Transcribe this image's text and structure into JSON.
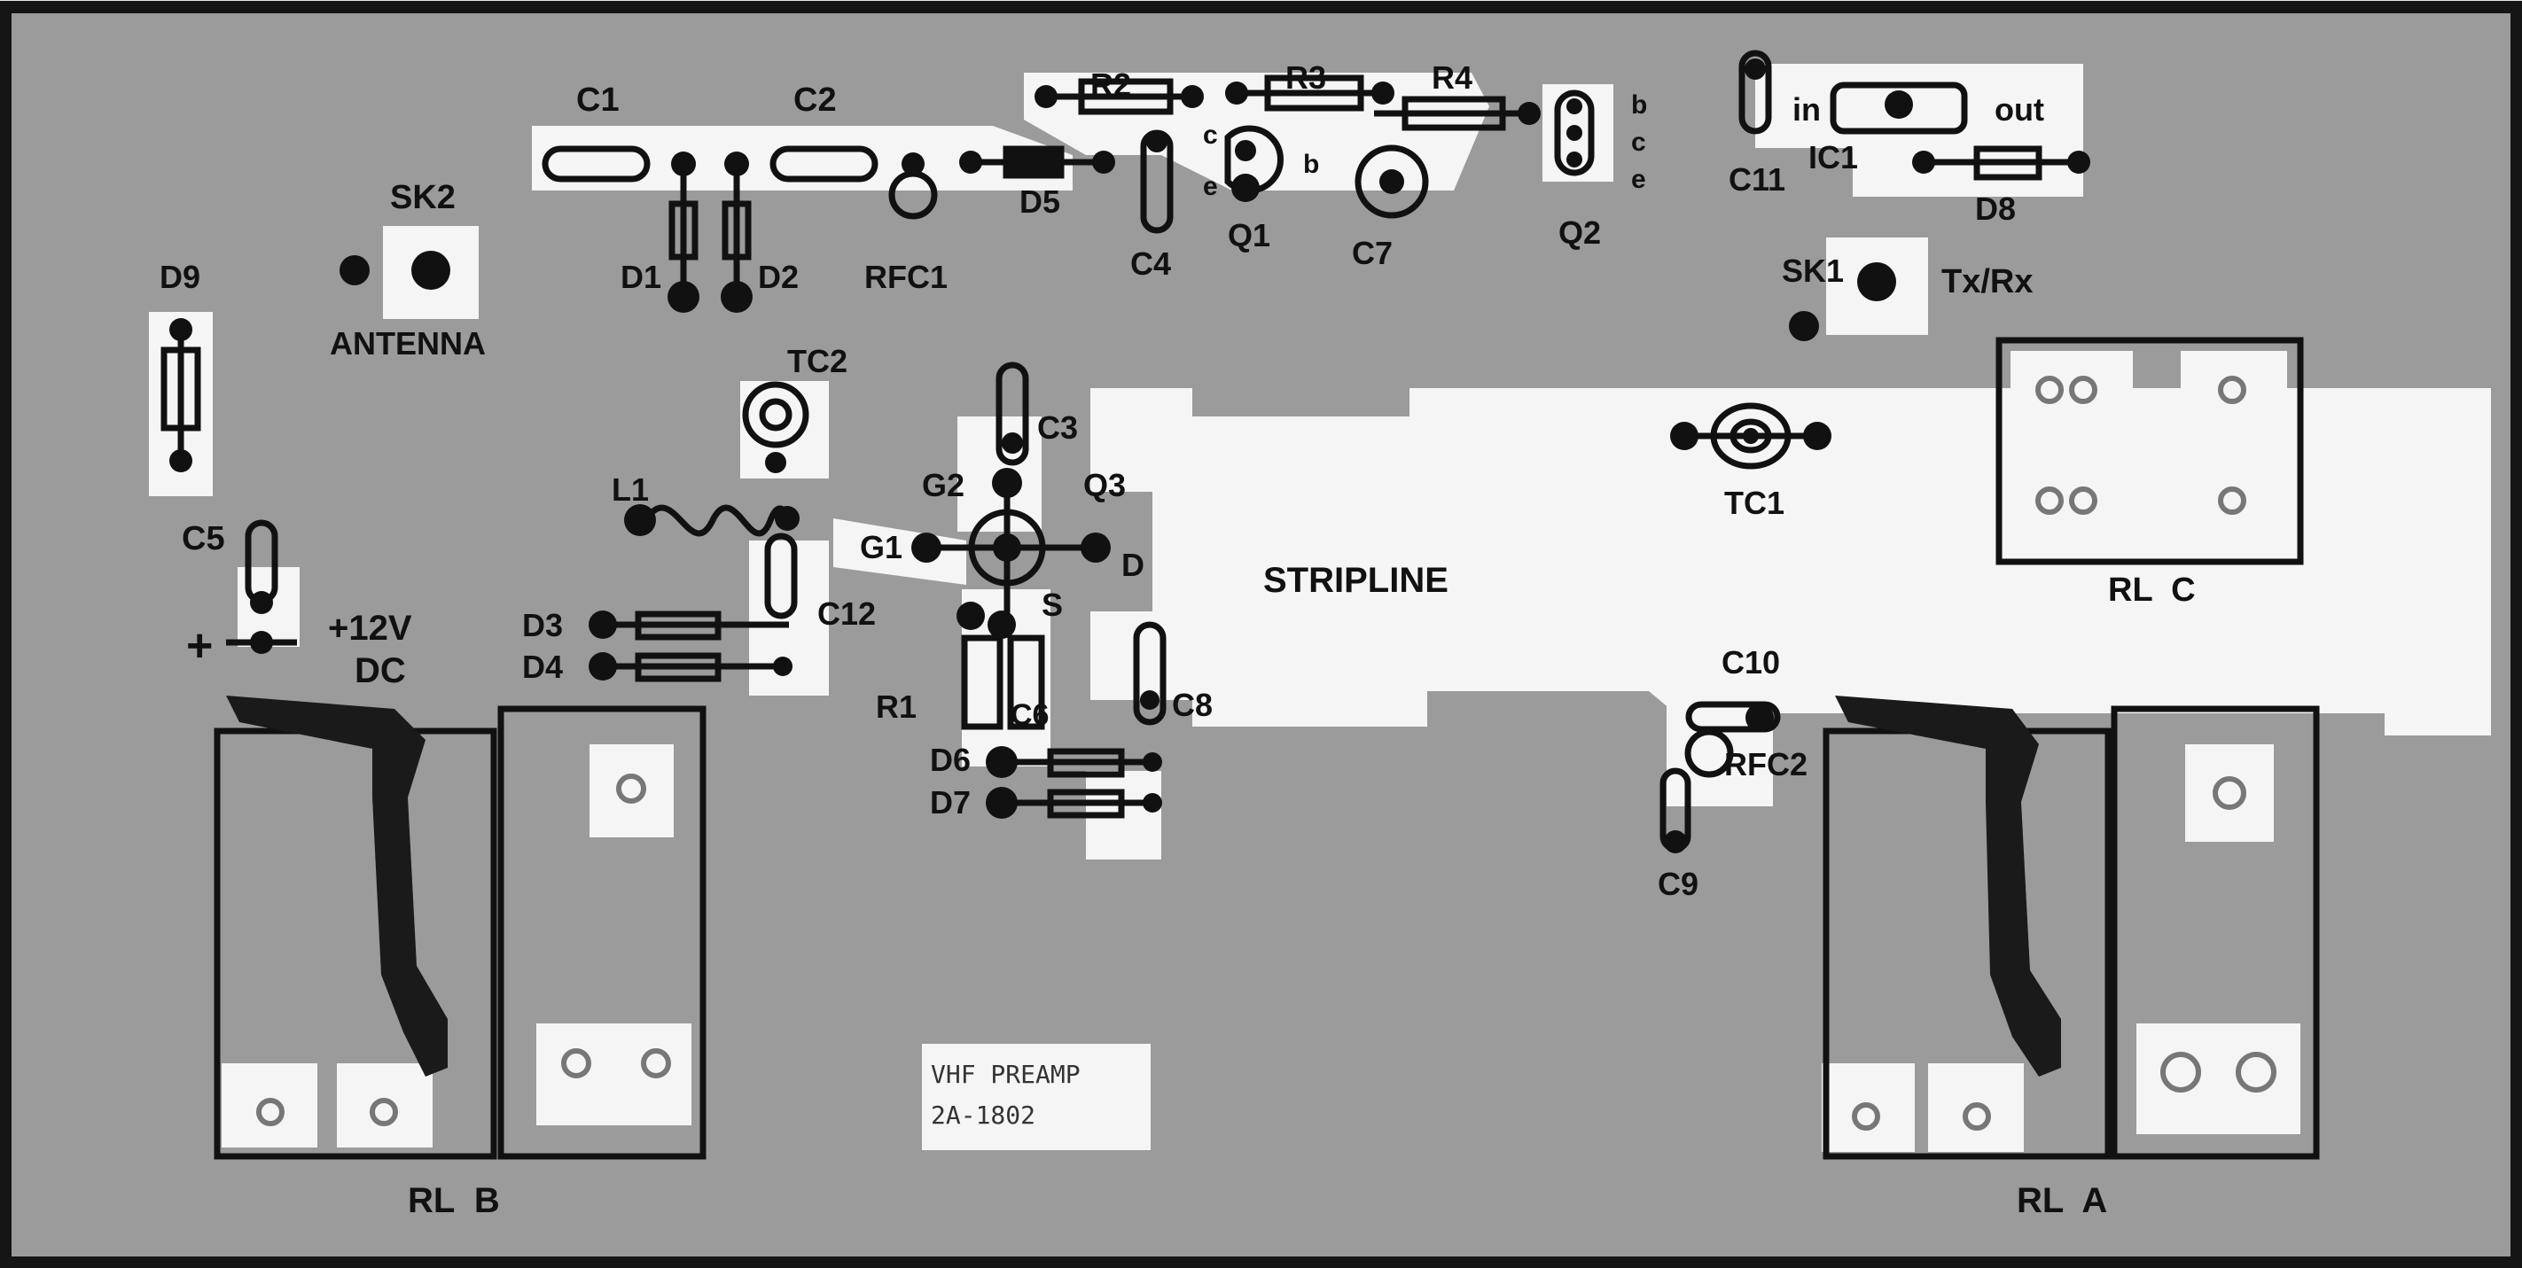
{
  "title": "VHF PREAMP",
  "board_code": "2A-1802",
  "colors": {
    "page": "#e6e6e6",
    "frame": "#151515",
    "board": "#9b9b9b",
    "copper": "#f5f5f5",
    "ink": "#111111"
  },
  "labels": {
    "sk2": "SK2",
    "antenna": "ANTENNA",
    "d9": "D9",
    "c5": "C5",
    "plus": "+",
    "v12": "+12V",
    "dc": "DC",
    "c1": "C1",
    "c2": "C2",
    "d1": "D1",
    "d2": "D2",
    "rfc1": "RFC1",
    "d5": "D5",
    "r2": "R2",
    "r3": "R3",
    "r4": "R4",
    "pin_c": "c",
    "pin_e": "e",
    "pin_b": "b",
    "c4": "C4",
    "q1": "Q1",
    "c7": "C7",
    "q2": "Q2",
    "q2_b": "b",
    "q2_c": "c",
    "q2_e": "e",
    "c11": "C11",
    "in": "in",
    "out": "out",
    "ic1": "IC1",
    "d8": "D8",
    "sk1": "SK1",
    "txrx": "Tx/Rx",
    "tc2": "TC2",
    "c3": "C3",
    "g2": "G2",
    "q3": "Q3",
    "l1": "L1",
    "g1": "G1",
    "d": "D",
    "s": "S",
    "c12": "C12",
    "d3": "D3",
    "d4": "D4",
    "r1": "R1",
    "c6": "C6",
    "c8": "C8",
    "d6": "D6",
    "d7": "D7",
    "stripline": "STRIPLINE",
    "tc1": "TC1",
    "rlc": "RL  C",
    "c10": "C10",
    "rfc2": "RFC2",
    "c9": "C9",
    "rlb": "RL  B",
    "rla": "RL  A"
  }
}
